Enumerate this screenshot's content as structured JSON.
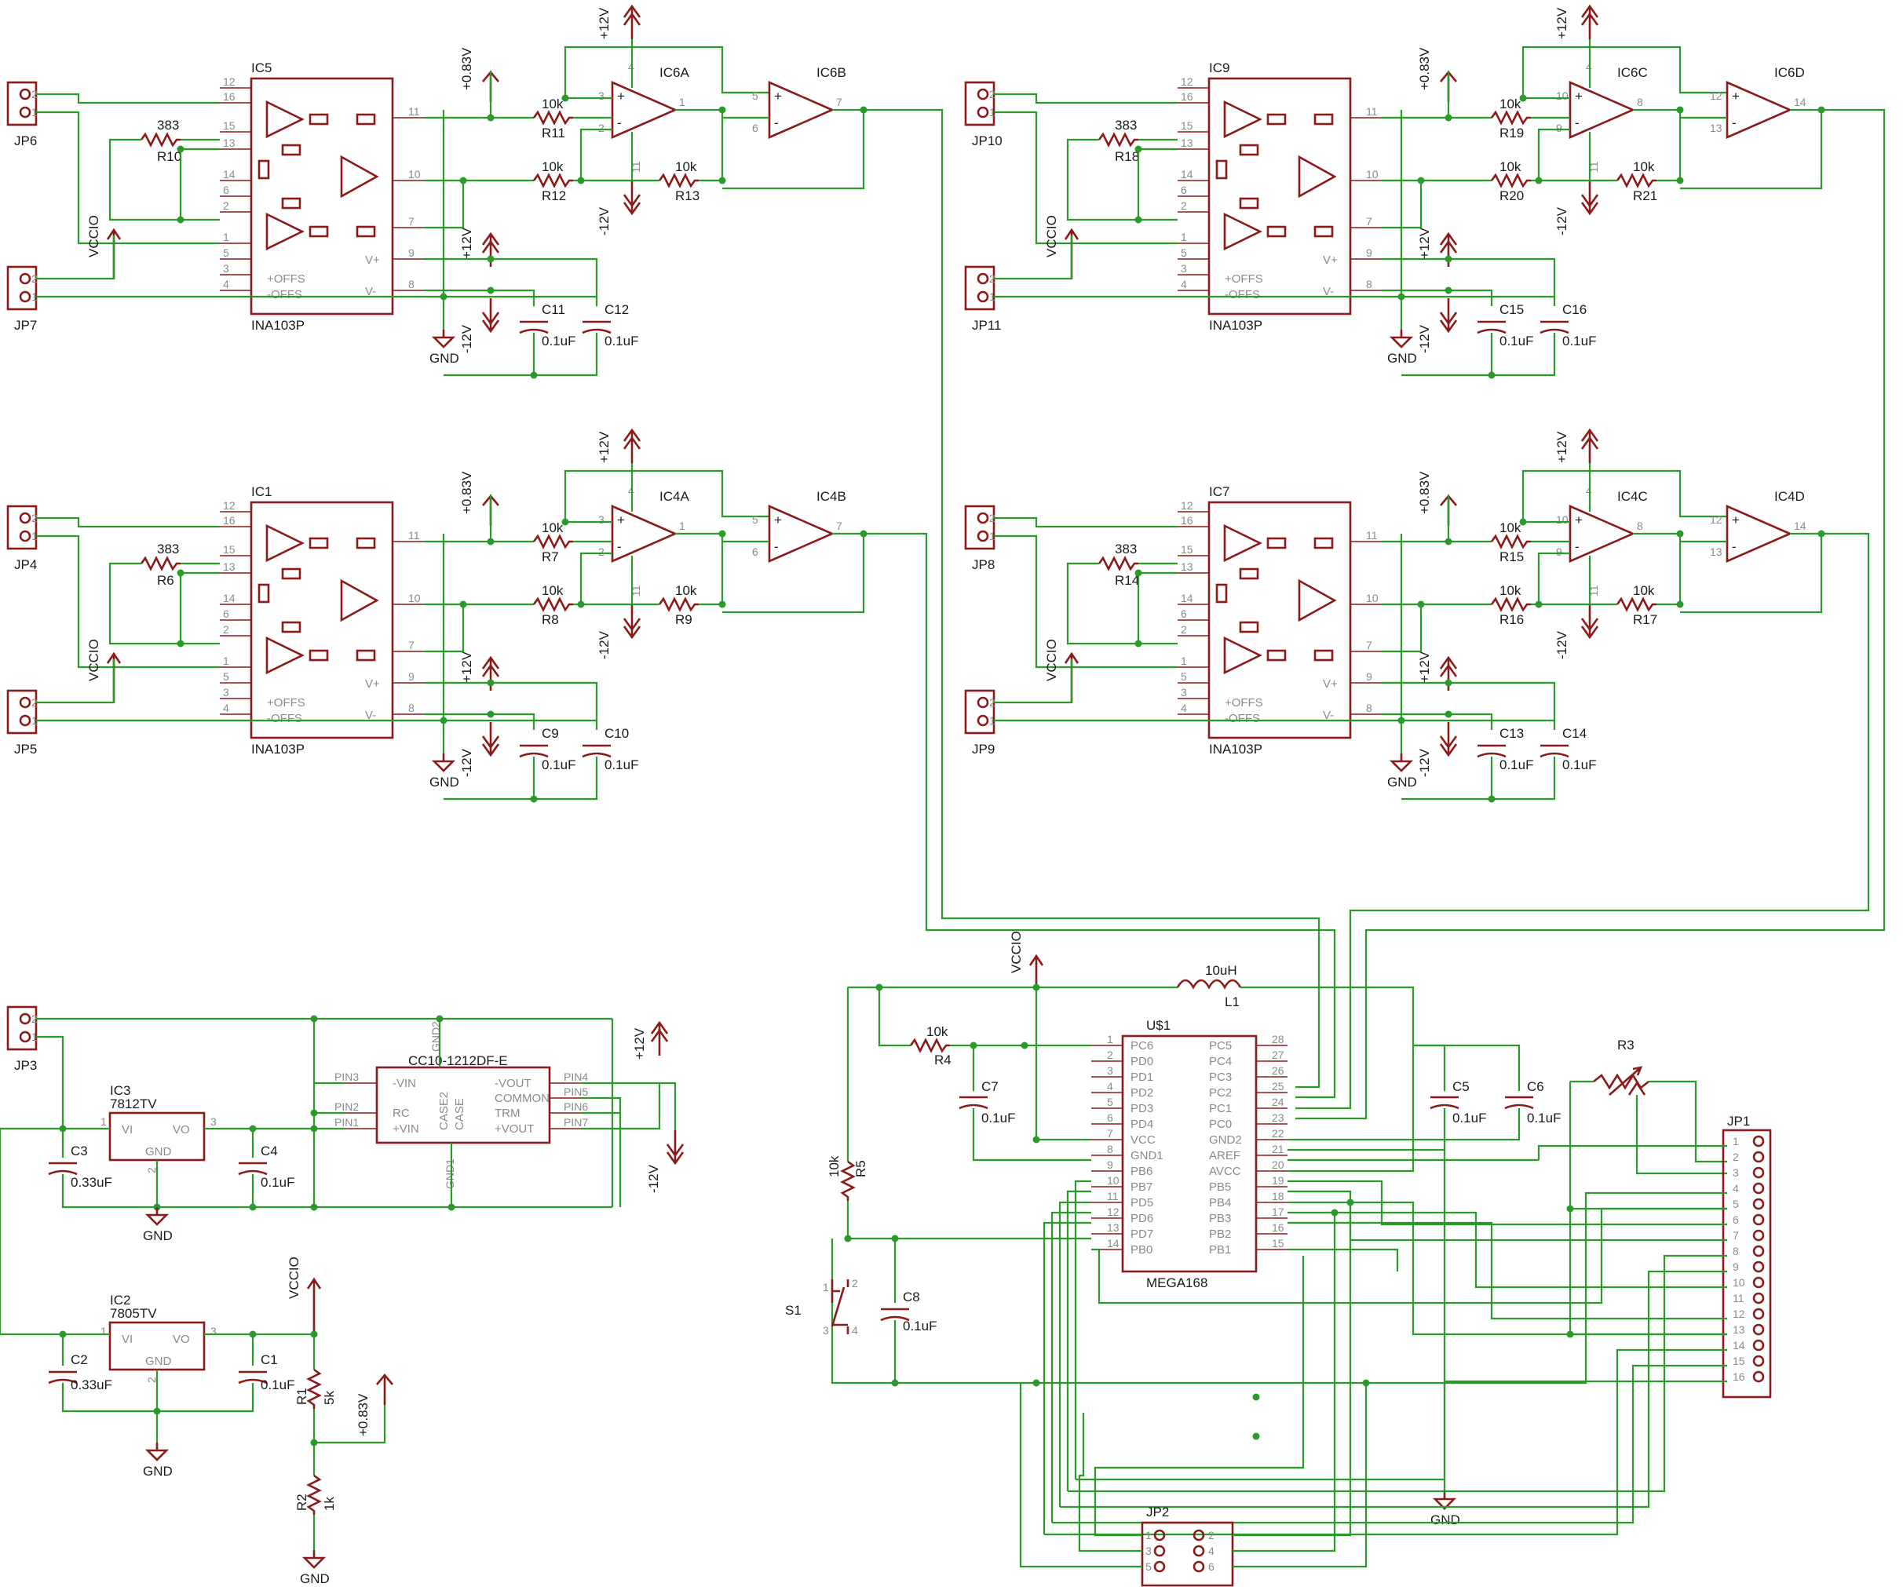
{
  "colors": {
    "wire": "#2a9a2a",
    "part": "#8b1a1a",
    "pin_text": "#8a8a8a",
    "label_text": "#1a1a1a",
    "background": "#ffffff"
  },
  "amp_channels": [
    {
      "ic": "IC5",
      "ina": "INA103P",
      "gain_res": {
        "name": "R10",
        "value": "383"
      },
      "jp_in": "JP6",
      "jp_aux": "JP7",
      "opa": {
        "name": "IC6A",
        "pins": [
          "3",
          "2",
          "1"
        ]
      },
      "opb": {
        "name": "IC6B",
        "pins": [
          "5",
          "6",
          "7"
        ]
      },
      "r_a": {
        "name": "R11",
        "value": "10k"
      },
      "r_b": {
        "name": "R12",
        "value": "10k"
      },
      "r_fb": {
        "name": "R13",
        "value": "10k"
      },
      "c_a": {
        "name": "C11",
        "value": "0.1uF"
      },
      "c_b": {
        "name": "C12",
        "value": "0.1uF"
      }
    },
    {
      "ic": "IC1",
      "ina": "INA103P",
      "gain_res": {
        "name": "R6",
        "value": "383"
      },
      "jp_in": "JP4",
      "jp_aux": "JP5",
      "opa": {
        "name": "IC4A",
        "pins": [
          "3",
          "2",
          "1"
        ]
      },
      "opb": {
        "name": "IC4B",
        "pins": [
          "5",
          "6",
          "7"
        ]
      },
      "r_a": {
        "name": "R7",
        "value": "10k"
      },
      "r_b": {
        "name": "R8",
        "value": "10k"
      },
      "r_fb": {
        "name": "R9",
        "value": "10k"
      },
      "c_a": {
        "name": "C9",
        "value": "0.1uF"
      },
      "c_b": {
        "name": "C10",
        "value": "0.1uF"
      }
    },
    {
      "ic": "IC9",
      "ina": "INA103P",
      "gain_res": {
        "name": "R18",
        "value": "383"
      },
      "jp_in": "JP10",
      "jp_aux": "JP11",
      "opa": {
        "name": "IC6C",
        "pins": [
          "10",
          "9",
          "8"
        ]
      },
      "opb": {
        "name": "IC6D",
        "pins": [
          "12",
          "13",
          "14"
        ]
      },
      "r_a": {
        "name": "R19",
        "value": "10k"
      },
      "r_b": {
        "name": "R20",
        "value": "10k"
      },
      "r_fb": {
        "name": "R21",
        "value": "10k"
      },
      "c_a": {
        "name": "C15",
        "value": "0.1uF"
      },
      "c_b": {
        "name": "C16",
        "value": "0.1uF"
      }
    },
    {
      "ic": "IC7",
      "ina": "INA103P",
      "gain_res": {
        "name": "R14",
        "value": "383"
      },
      "jp_in": "JP8",
      "jp_aux": "JP9",
      "opa": {
        "name": "IC4C",
        "pins": [
          "10",
          "9",
          "8"
        ]
      },
      "opb": {
        "name": "IC4D",
        "pins": [
          "12",
          "13",
          "14"
        ]
      },
      "r_a": {
        "name": "R15",
        "value": "10k"
      },
      "r_b": {
        "name": "R16",
        "value": "10k"
      },
      "r_fb": {
        "name": "R17",
        "value": "10k"
      },
      "c_a": {
        "name": "C13",
        "value": "0.1uF"
      },
      "c_b": {
        "name": "C14",
        "value": "0.1uF"
      }
    }
  ],
  "ina_pins": {
    "left": [
      "12",
      "16",
      "15",
      "13",
      "14",
      "6",
      "2",
      "1",
      "5",
      "3",
      "4"
    ],
    "right": [
      "11",
      "10",
      "7",
      "9",
      "8"
    ],
    "inner": [
      "V+",
      "V-",
      "+OFFS",
      "-OFFS"
    ]
  },
  "nets": {
    "pos12": "+12V",
    "neg12": "-12V",
    "ref": "+0.83V",
    "gnd": "GND",
    "vccio": "VCCIO",
    "op_power_pins": [
      "4",
      "11"
    ]
  },
  "connector_pins": [
    "2",
    "1"
  ],
  "power": {
    "jp_in": "JP3",
    "reg12": {
      "name": "IC3",
      "part": "7812TV",
      "vi": "VI",
      "vo": "VO",
      "gnd": "GND",
      "p1": "1",
      "p2": "2",
      "p3": "3"
    },
    "reg5": {
      "name": "IC2",
      "part": "7805TV",
      "vi": "VI",
      "vo": "VO",
      "gnd": "GND",
      "p1": "1",
      "p2": "2",
      "p3": "3"
    },
    "caps": [
      {
        "name": "C3",
        "value": "0.33uF"
      },
      {
        "name": "C4",
        "value": "0.1uF"
      },
      {
        "name": "C2",
        "value": "0.33uF"
      },
      {
        "name": "C1",
        "value": "0.1uF"
      }
    ],
    "dcdc": {
      "part": "CC10-1212DF-E",
      "gnd2": "GND2",
      "gnd1": "GND1",
      "case2": "CASE2",
      "case": "CASE",
      "left": [
        "-VIN",
        "RC",
        "+VIN"
      ],
      "right": [
        "-VOUT",
        "COMMON",
        "TRM",
        "+VOUT"
      ],
      "pins_left": [
        "PIN3",
        "PIN2",
        "PIN1"
      ],
      "pins_right": [
        "PIN4",
        "PIN5",
        "PIN6",
        "PIN7"
      ]
    },
    "r1": {
      "name": "R1",
      "value": "5k"
    },
    "r2": {
      "name": "R2",
      "value": "1k"
    }
  },
  "mcu": {
    "name": "U$1",
    "part": "MEGA168",
    "left_nums": [
      "1",
      "2",
      "3",
      "4",
      "5",
      "6",
      "7",
      "8",
      "9",
      "10",
      "11",
      "12",
      "13",
      "14"
    ],
    "left_labels": [
      "PC6",
      "PD0",
      "PD1",
      "PD2",
      "PD3",
      "PD4",
      "VCC",
      "GND1",
      "PB6",
      "PB7",
      "PD5",
      "PD6",
      "PD7",
      "PB0"
    ],
    "right_nums": [
      "28",
      "27",
      "26",
      "25",
      "24",
      "23",
      "22",
      "21",
      "20",
      "19",
      "18",
      "17",
      "16",
      "15"
    ],
    "right_labels": [
      "PC5",
      "PC4",
      "PC3",
      "PC2",
      "PC1",
      "PC0",
      "GND2",
      "AREF",
      "AVCC",
      "PB5",
      "PB4",
      "PB3",
      "PB2",
      "PB1"
    ],
    "inductor": {
      "name": "L1",
      "value": "10uH"
    },
    "r4": {
      "name": "R4",
      "value": "10k"
    },
    "r5": {
      "name": "R5",
      "value": "10k"
    },
    "r3": {
      "name": "R3"
    },
    "caps": [
      {
        "name": "C7",
        "value": "0.1uF"
      },
      {
        "name": "C8",
        "value": "0.1uF"
      },
      {
        "name": "C5",
        "value": "0.1uF"
      },
      {
        "name": "C6",
        "value": "0.1uF"
      }
    ],
    "switch": {
      "name": "S1",
      "pins": [
        "1",
        "2",
        "3",
        "4"
      ]
    },
    "jp1": {
      "name": "JP1",
      "pins": [
        "1",
        "2",
        "3",
        "4",
        "5",
        "6",
        "7",
        "8",
        "9",
        "10",
        "11",
        "12",
        "13",
        "14",
        "15",
        "16"
      ]
    },
    "jp2": {
      "name": "JP2",
      "pins": [
        "1",
        "2",
        "3",
        "4",
        "5",
        "6"
      ]
    }
  }
}
